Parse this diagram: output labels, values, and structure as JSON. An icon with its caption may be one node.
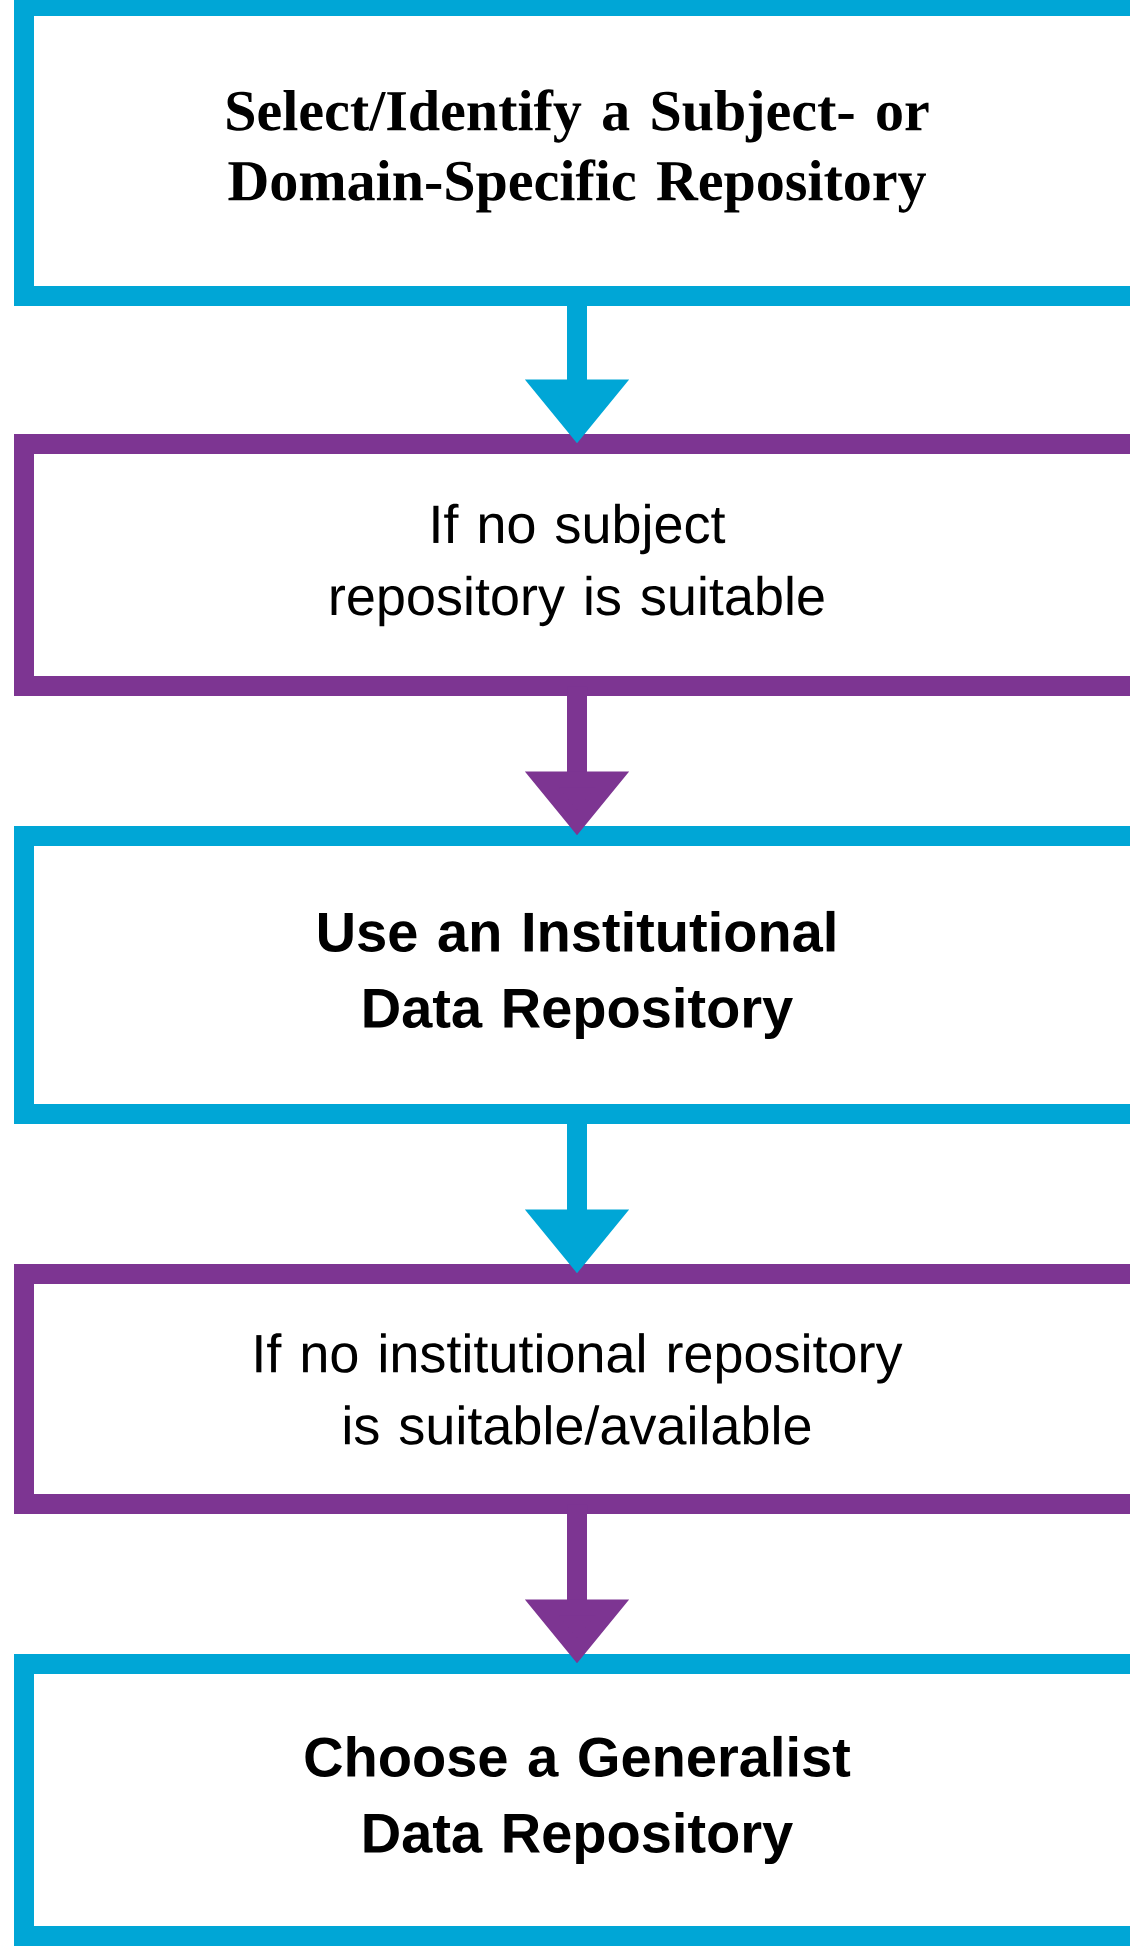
{
  "diagram": {
    "nodes": [
      {
        "text": [
          "Select/Identify a Subject- or Domain-Specific Repository"
        ]
      },
      {
        "text": [
          "If no subject repository is suitable"
        ]
      },
      {
        "text": [
          "Use an Institutional Data Repository"
        ]
      },
      {
        "text": [
          "If no institutional repository is suitable/available"
        ]
      },
      {
        "text": [
          "Choose a Generalist Data Repository"
        ]
      }
    ],
    "edges": [
      {
        "from": 0,
        "to": 1,
        "arrow": "to",
        "color": "#00a6d6"
      },
      {
        "from": 1,
        "to": 2,
        "arrow": "to",
        "color": "#7d3592"
      },
      {
        "from": 2,
        "to": 3,
        "arrow": "to",
        "color": "#00a6d6"
      },
      {
        "from": 3,
        "to": 4,
        "arrow": "to",
        "color": "#7d3592"
      }
    ]
  }
}
